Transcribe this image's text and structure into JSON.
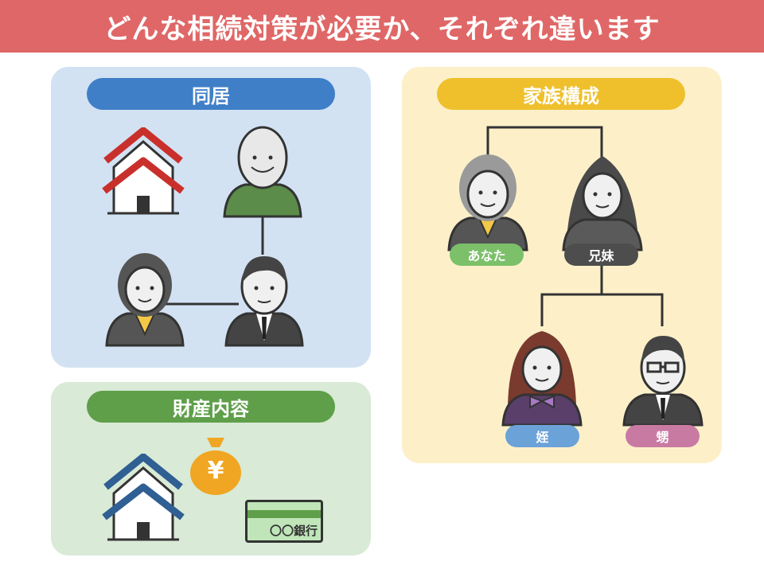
{
  "title": "どんな相続対策が必要か、それぞれ違います",
  "panels": {
    "cohabitation": {
      "label": "同居"
    },
    "assets": {
      "label": "財産内容",
      "bank_card_text": "〇〇銀行",
      "moneybag_symbol": "¥"
    },
    "family": {
      "label": "家族構成",
      "members": {
        "you": "あなた",
        "sibling": "兄妹",
        "niece": "姪",
        "nephew": "甥"
      }
    }
  },
  "colors": {
    "banner": "#e06767",
    "cohabitation_panel": "#d2e2f3",
    "cohabitation_pill": "#3f7fc7",
    "assets_panel": "#d9ead6",
    "assets_pill": "#5f9f4a",
    "family_panel": "#fdf0c9",
    "family_pill": "#efc02c",
    "you_tag": "#7cc06a",
    "sibling_tag": "#4d4d4d",
    "niece_tag": "#6ba2d8",
    "nephew_tag": "#c97aa3"
  },
  "icons": [
    "red-house-icon",
    "elderly-man-icon",
    "woman-yellow-collar-icon",
    "man-suit-icon",
    "blue-house-icon",
    "money-bag-icon",
    "bank-card-icon",
    "gray-haired-woman-icon",
    "long-haired-woman-icon",
    "purple-bow-woman-icon",
    "glasses-man-icon"
  ]
}
